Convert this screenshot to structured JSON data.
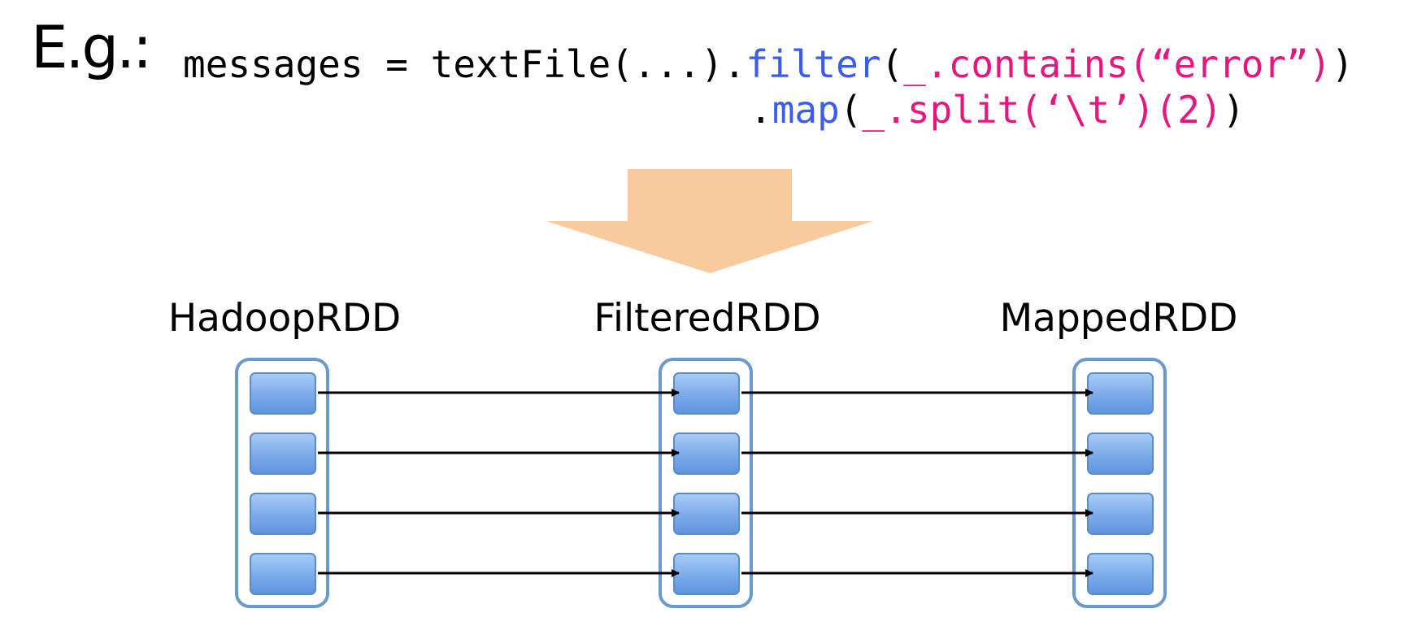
{
  "prefix": "E.g.:",
  "code": {
    "line1": {
      "assign": "messages = textFile(...).",
      "method": "filter",
      "paren_open": "(",
      "lambda": "_.contains(“error”)",
      "paren_close": ")"
    },
    "line2": {
      "dot": ".",
      "method": "map",
      "paren_open": "(",
      "lambda": "_.split(‘\\t’)(2)",
      "paren_close": ")"
    }
  },
  "rdds": [
    {
      "label": "HadoopRDD",
      "partitions": 4
    },
    {
      "label": "FilteredRDD",
      "partitions": 4
    },
    {
      "label": "MappedRDD",
      "partitions": 4
    }
  ],
  "colors": {
    "method": "#3B5CF0",
    "lambda": "#E8157D",
    "arrow": "#F9CA9E",
    "container_border": "#6A9ACB",
    "partition_fill": "#7FADEB"
  }
}
